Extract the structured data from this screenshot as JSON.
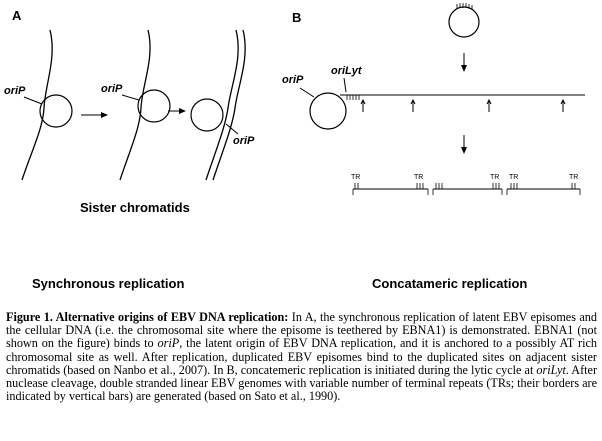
{
  "panel_a": {
    "label": "A",
    "oriP_labels": [
      "oriP",
      "oriP",
      "oriP"
    ],
    "sister_chromatids": "Sister chromatids",
    "title": "Synchronous replication"
  },
  "panel_b": {
    "label": "B",
    "oriP": "oriP",
    "oriLyt": "oriLyt",
    "tr_labels": [
      "TR",
      "TR",
      "TR",
      "TR",
      "TR"
    ],
    "title": "Concatameric replication"
  },
  "caption": {
    "heading": "Figure 1. Alternative origins of EBV DNA replication:",
    "p1": " In A, the synchronous replication of latent EBV episomes and the cellular DNA (i.e. the chromosomal site where the episome is teethered by EBNA1) is demonstrated. EBNA1 (not shown on the figure) binds to ",
    "oriP": "oriP",
    "p2": ", the latent origin of EBV DNA replication, and it is anchored to a possibly AT rich chromosomal site as well. After replication, duplicated EBV episomes bind to the duplicated sites on adjacent sister chromatids (based on Nanbo et al., 2007). In B, concatemeric replication is initiated during the lytic cycle at ",
    "oriLyt": "oriLyt",
    "p3": ". After nuclease cleavage, double stranded linear EBV genomes with variable number of terminal repeats (TRs; their borders are indicated by vertical bars) are generated (based on Sato et al., 1990)."
  }
}
